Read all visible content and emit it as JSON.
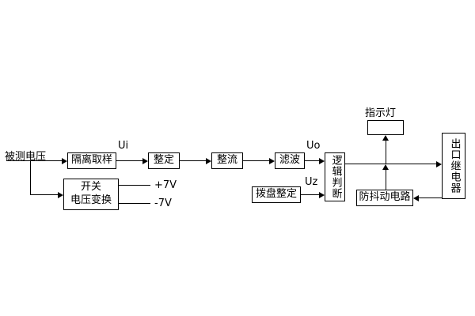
{
  "diagram": {
    "source_label": "被测电压",
    "blocks": {
      "isolation": "隔离取样",
      "setting": "整定",
      "rectify": "整流",
      "filter": "滤波",
      "logic": "逻辑判断",
      "dial": "拨盘整定",
      "converter_line1": "开关",
      "converter_line2": "电压变换",
      "indicator_label": "指示灯",
      "debounce": "防抖动电路",
      "relay": "出口继电器"
    },
    "signals": {
      "ui": "Ui",
      "uo": "Uo",
      "uz": "Uz",
      "plus7": "+7V",
      "minus7": "-7V"
    },
    "colors": {
      "line": "#000000",
      "background": "#ffffff"
    }
  }
}
